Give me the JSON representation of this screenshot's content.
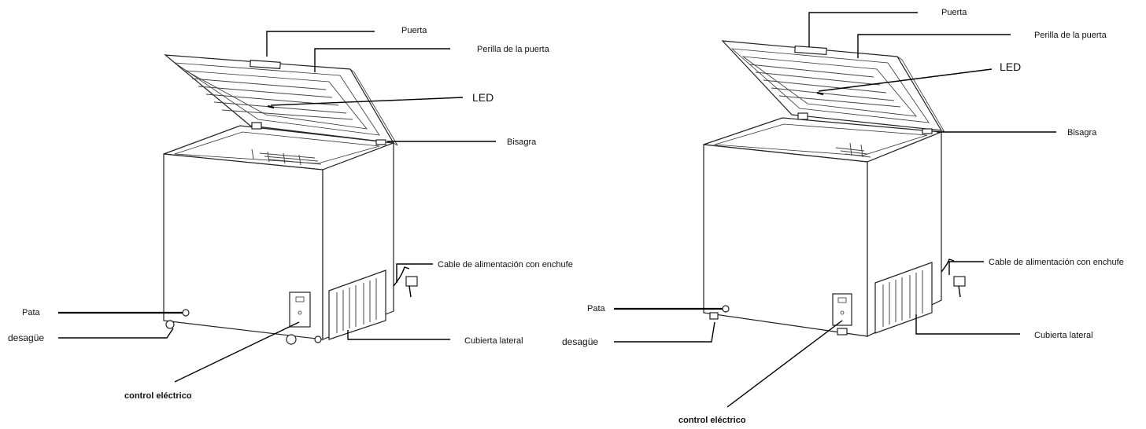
{
  "labels": {
    "door": "Puerta",
    "door_handle": "Perilla de la puerta",
    "led": "LED",
    "hinge": "Bisagra",
    "power_cable": "Cable de alimentación con enchufe",
    "leg": "Pata",
    "drain": "desagüe",
    "side_cover": "Cubierta lateral",
    "electric_control": "control eléctrico"
  },
  "colors": {
    "line": "#000000",
    "background": "#ffffff"
  }
}
